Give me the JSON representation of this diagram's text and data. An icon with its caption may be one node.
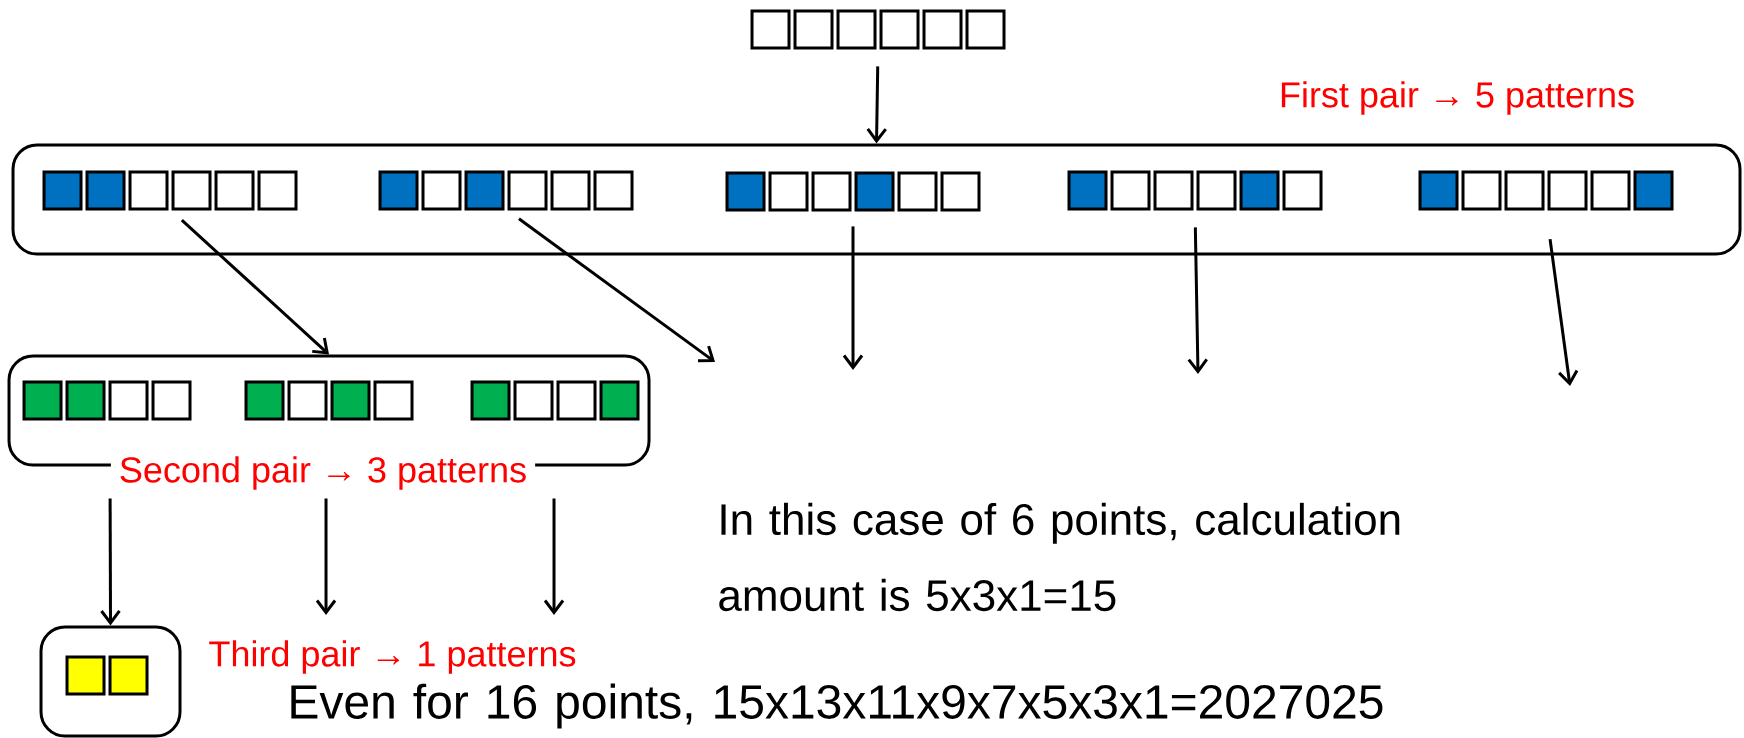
{
  "diagram": {
    "nodes": [
      {
        "text": [],
        "shape": "box"
      },
      {
        "text": [
          "First pair → 5 patterns"
        ]
      },
      {
        "text": [],
        "shape": "box",
        "in": 1
      },
      {
        "text": [],
        "shape": "box",
        "in": 1
      },
      {
        "text": [],
        "shape": "box",
        "in": 1
      },
      {
        "text": [],
        "shape": "box",
        "in": 1
      },
      {
        "text": [],
        "shape": "box",
        "in": 1
      },
      {
        "text": [
          "Second pair → 3 patterns"
        ]
      },
      {
        "text": [],
        "shape": "box",
        "in": 7
      },
      {
        "text": [],
        "shape": "box",
        "in": 7
      },
      {
        "text": [],
        "shape": "box",
        "in": 7
      },
      {
        "text": [],
        "shape": "box",
        "beside": [
          "Third pair → 1 patterns"
        ]
      },
      {
        "text": [],
        "shape": "box",
        "in": 11
      }
    ],
    "edges": [
      {
        "from": 0,
        "to": 1,
        "arrow": "to"
      },
      {
        "from": 2,
        "to": 7,
        "arrow": "to"
      },
      {
        "from": 3,
        "to": null,
        "arrow": "to"
      },
      {
        "from": 4,
        "to": null,
        "arrow": "to"
      },
      {
        "from": 5,
        "to": null,
        "arrow": "to"
      },
      {
        "from": 6,
        "to": null,
        "arrow": "to"
      },
      {
        "from": 7,
        "to": 11,
        "arrow": "to"
      },
      {
        "from": 7,
        "to": null,
        "arrow": "to"
      },
      {
        "from": 7,
        "to": null,
        "arrow": "to"
      }
    ],
    "labels": [
      "In this case of 6 points, calculation amount is 5x3x1=15",
      "Even for 16 points, 15x13x11x9x7x5x3x1=2027025"
    ]
  }
}
